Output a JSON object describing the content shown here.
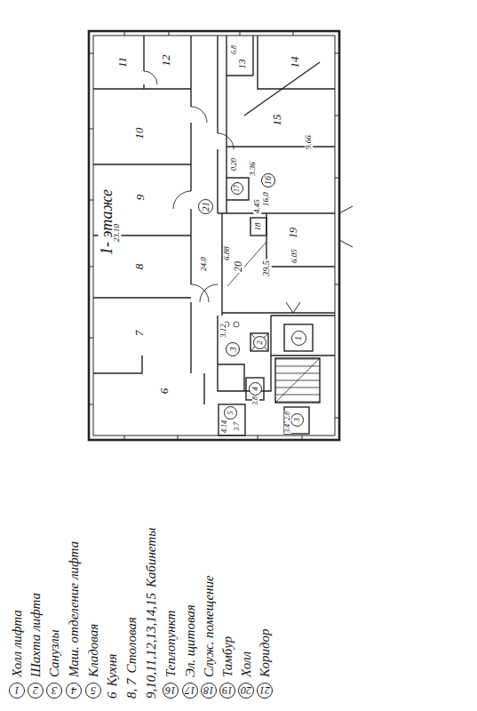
{
  "diagram": {
    "nodes": [
      {
        "text": [
          "1"
        ]
      },
      {
        "text": [
          "2"
        ]
      },
      {
        "text": [
          "3"
        ]
      },
      {
        "text": [
          "4"
        ]
      },
      {
        "text": [
          "5"
        ]
      },
      {
        "text": [
          "3"
        ]
      },
      {
        "text": [
          "16"
        ]
      },
      {
        "text": [
          "17"
        ]
      },
      {
        "text": [
          "21"
        ]
      },
      {
        "text": [
          "1"
        ]
      },
      {
        "text": [
          "2"
        ]
      },
      {
        "text": [
          "3"
        ]
      },
      {
        "text": [
          "4"
        ]
      },
      {
        "text": [
          "5"
        ]
      },
      {
        "text": [
          "16"
        ]
      },
      {
        "text": [
          "17"
        ]
      },
      {
        "text": [
          "18"
        ]
      },
      {
        "text": [
          "19"
        ]
      },
      {
        "text": [
          "20"
        ]
      },
      {
        "text": [
          "21"
        ]
      }
    ],
    "labels": [
      "1- этаже",
      "Холл лифта",
      "Шахта лифта",
      "Санузлы",
      "Маш. отделение лифта",
      "Кладовая",
      "6",
      "Кухня",
      "8, 7",
      "Столовая",
      "9,10,11,12,13,14,15",
      "Кабинеты",
      "Теплопункт",
      "Эл. щитовая",
      "Служ. помещение",
      "Тамбур",
      "Холл",
      "Коридор",
      "11",
      "12",
      "13",
      "14",
      "15",
      "10",
      "9",
      "8",
      "7",
      "6",
      "18",
      "19",
      "20",
      "23.10",
      "24.0",
      "9.66",
      "3.36",
      "16.0",
      "0.20",
      "4.45",
      "6.88",
      "39.5",
      "6.05",
      "3.12",
      "3.8",
      "3.7",
      "4.14",
      "2.8",
      "3.4",
      "6.8"
    ]
  }
}
